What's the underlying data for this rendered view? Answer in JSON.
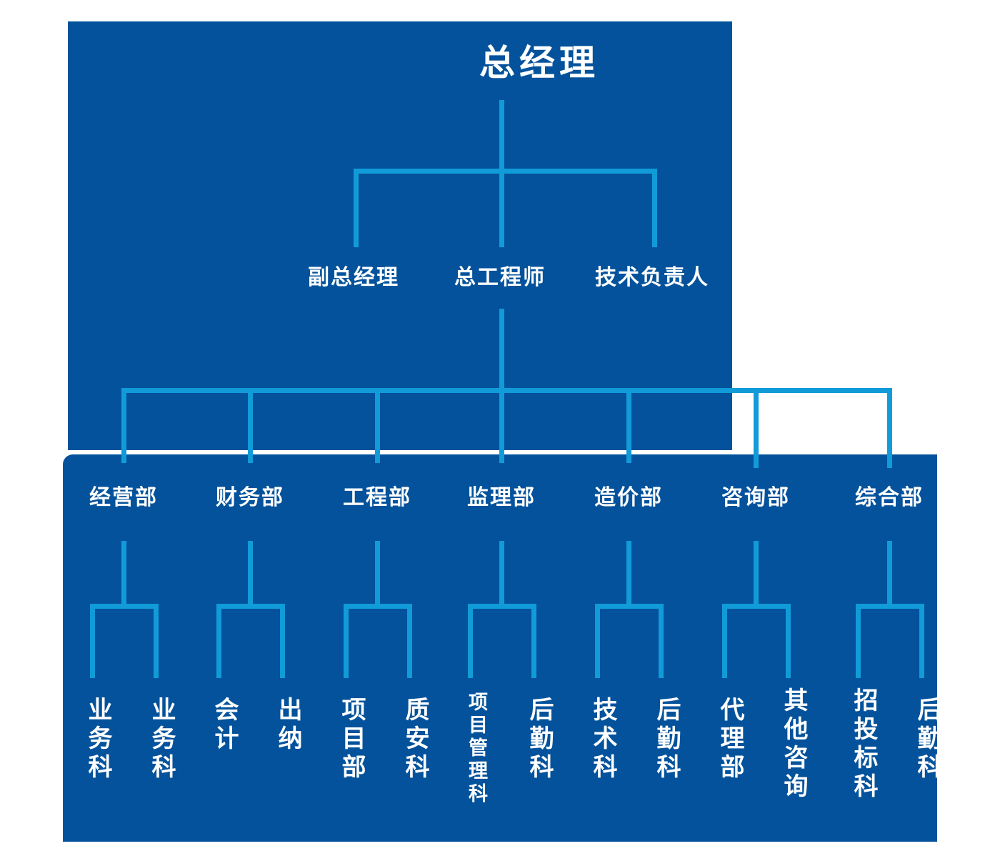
{
  "colors": {
    "panel": "#03529B",
    "connector": "#119BD9",
    "text": "#FFFFFF",
    "background": "#FFFFFF"
  },
  "chart_type": "organization-chart",
  "levels": {
    "root": {
      "label": "总经理"
    },
    "level2": [
      {
        "label": "副总经理"
      },
      {
        "label": "总工程师"
      },
      {
        "label": "技术负责人"
      }
    ],
    "departments": [
      {
        "label": "经营部"
      },
      {
        "label": "财务部"
      },
      {
        "label": "工程部"
      },
      {
        "label": "监理部"
      },
      {
        "label": "造价部"
      },
      {
        "label": "咨询部"
      },
      {
        "label": "综合部"
      }
    ],
    "subunits": [
      {
        "label": "业务科",
        "parent": "经营部"
      },
      {
        "label": "业务科",
        "parent": "经营部"
      },
      {
        "label": "会计",
        "parent": "财务部"
      },
      {
        "label": "出纳",
        "parent": "财务部"
      },
      {
        "label": "项目部",
        "parent": "工程部"
      },
      {
        "label": "质安科",
        "parent": "工程部"
      },
      {
        "label": "项目管理科",
        "parent": "监理部"
      },
      {
        "label": "后勤科",
        "parent": "监理部"
      },
      {
        "label": "技术科",
        "parent": "造价部"
      },
      {
        "label": "后勤科",
        "parent": "造价部"
      },
      {
        "label": "代理部",
        "parent": "咨询部"
      },
      {
        "label": "其他咨询",
        "parent": "咨询部"
      },
      {
        "label": "招投标科",
        "parent": "综合部"
      },
      {
        "label": "后勤科",
        "parent": "综合部"
      }
    ]
  }
}
